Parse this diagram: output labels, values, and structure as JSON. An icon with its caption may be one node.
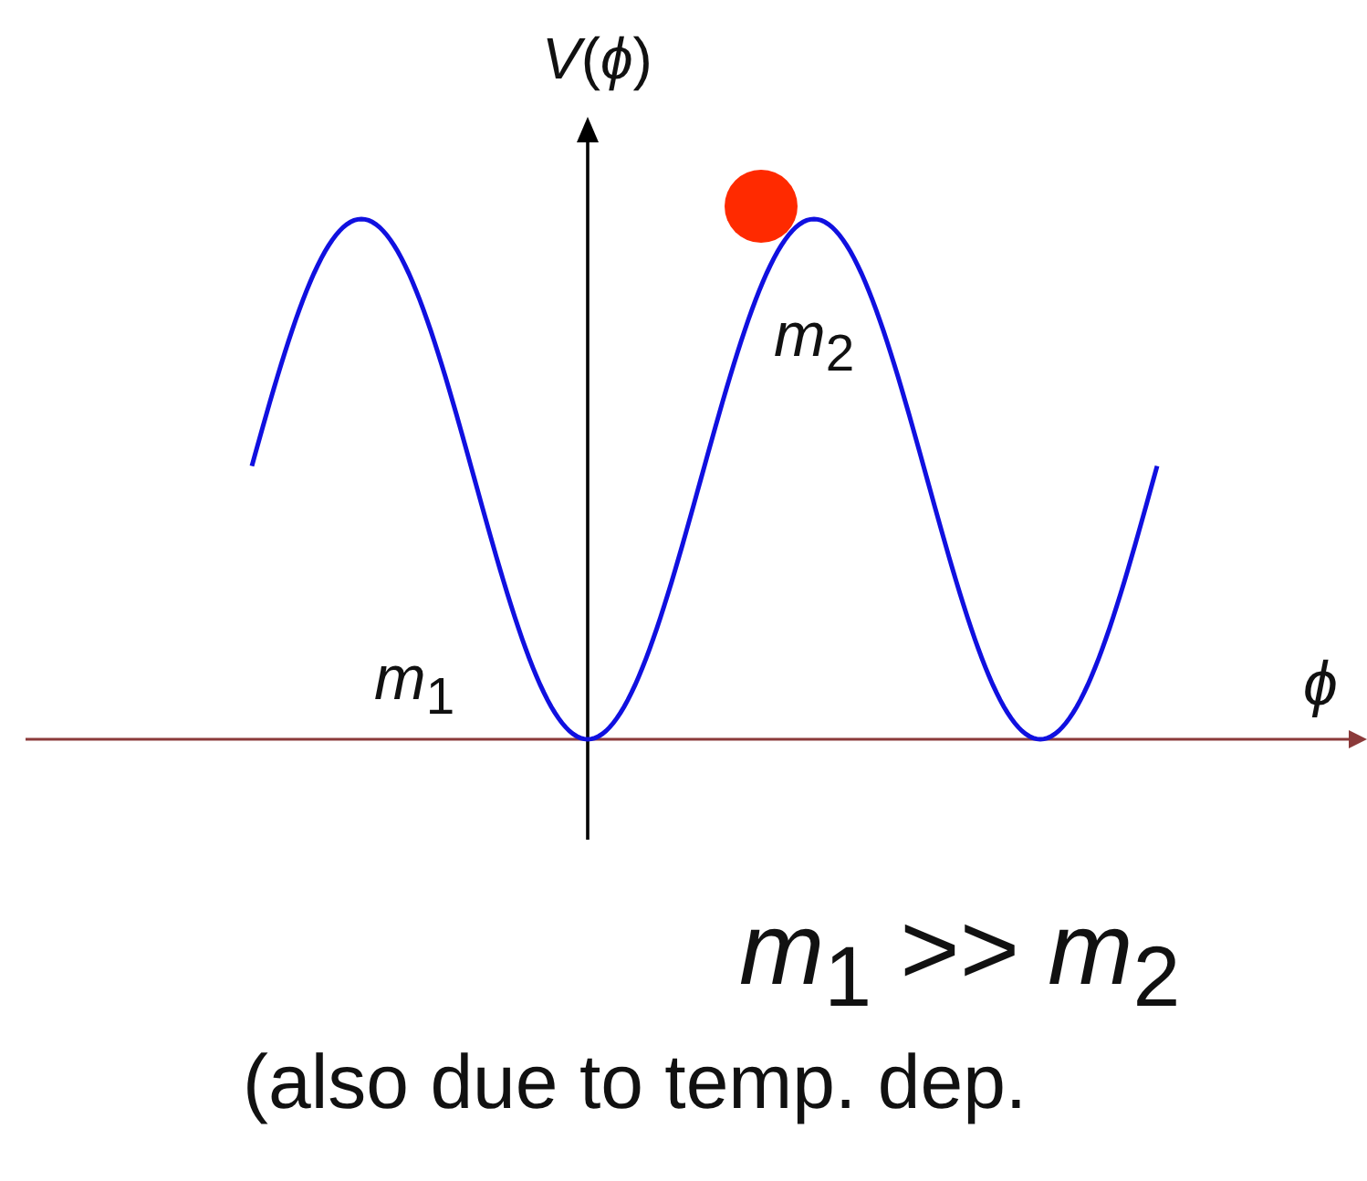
{
  "diagram": {
    "labels": [
      "*V*(*ϕ*)",
      "*ϕ*",
      "*m*$_{1}$",
      "*m*$_{2}$",
      "*m*$_{1}$ >> *m*$_{2}$",
      "(also due to temp. dep."
    ]
  }
}
